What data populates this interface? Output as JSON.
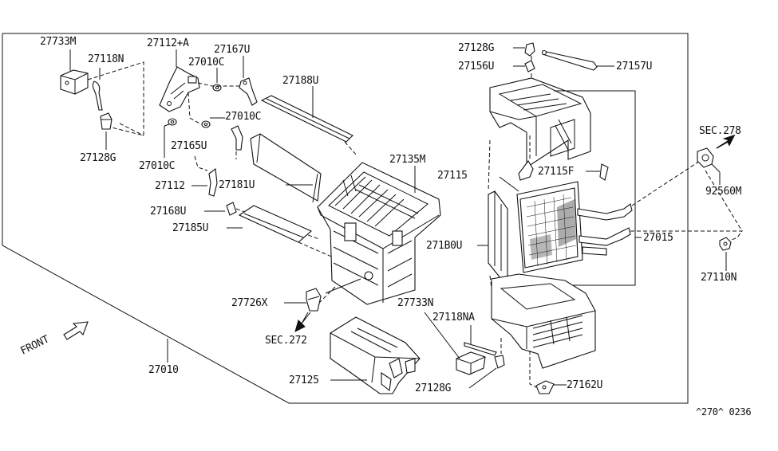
{
  "callouts": {
    "p27733M_a": "27733M",
    "p27118N": "27118N",
    "p27128G_a": "27128G",
    "p27112A": "27112+A",
    "p27010C_a": "27010C",
    "p27010C_b": "27010C",
    "p27010C_c": "27010C",
    "p27167U": "27167U",
    "p27188U": "27188U",
    "p27165U": "27165U",
    "p27112": "27112",
    "p27181U": "27181U",
    "p27168U": "27168U",
    "p27185U": "27185U",
    "p27135M": "27135M",
    "p27726X": "27726X",
    "sec272": "SEC.272",
    "p27010": "27010",
    "p27125": "27125",
    "p27128G_b": "27128G",
    "p27156U": "27156U",
    "p27157U": "27157U",
    "p27115": "27115",
    "p27115F": "27115F",
    "p27180U": "271B0U",
    "p27015": "27015",
    "p27733N": "27733N",
    "p27118NA": "27118NA",
    "p27128G_c": "27128G",
    "p27162U": "27162U",
    "sec278": "SEC.278",
    "p92560M": "92560M",
    "p27110N": "27110N"
  },
  "front_label": "FRONT",
  "drawing_code": "^270^ 0236",
  "icons": [
    "front-arrow-icon",
    "sec272-arrow-icon",
    "sec278-arrow-icon"
  ]
}
